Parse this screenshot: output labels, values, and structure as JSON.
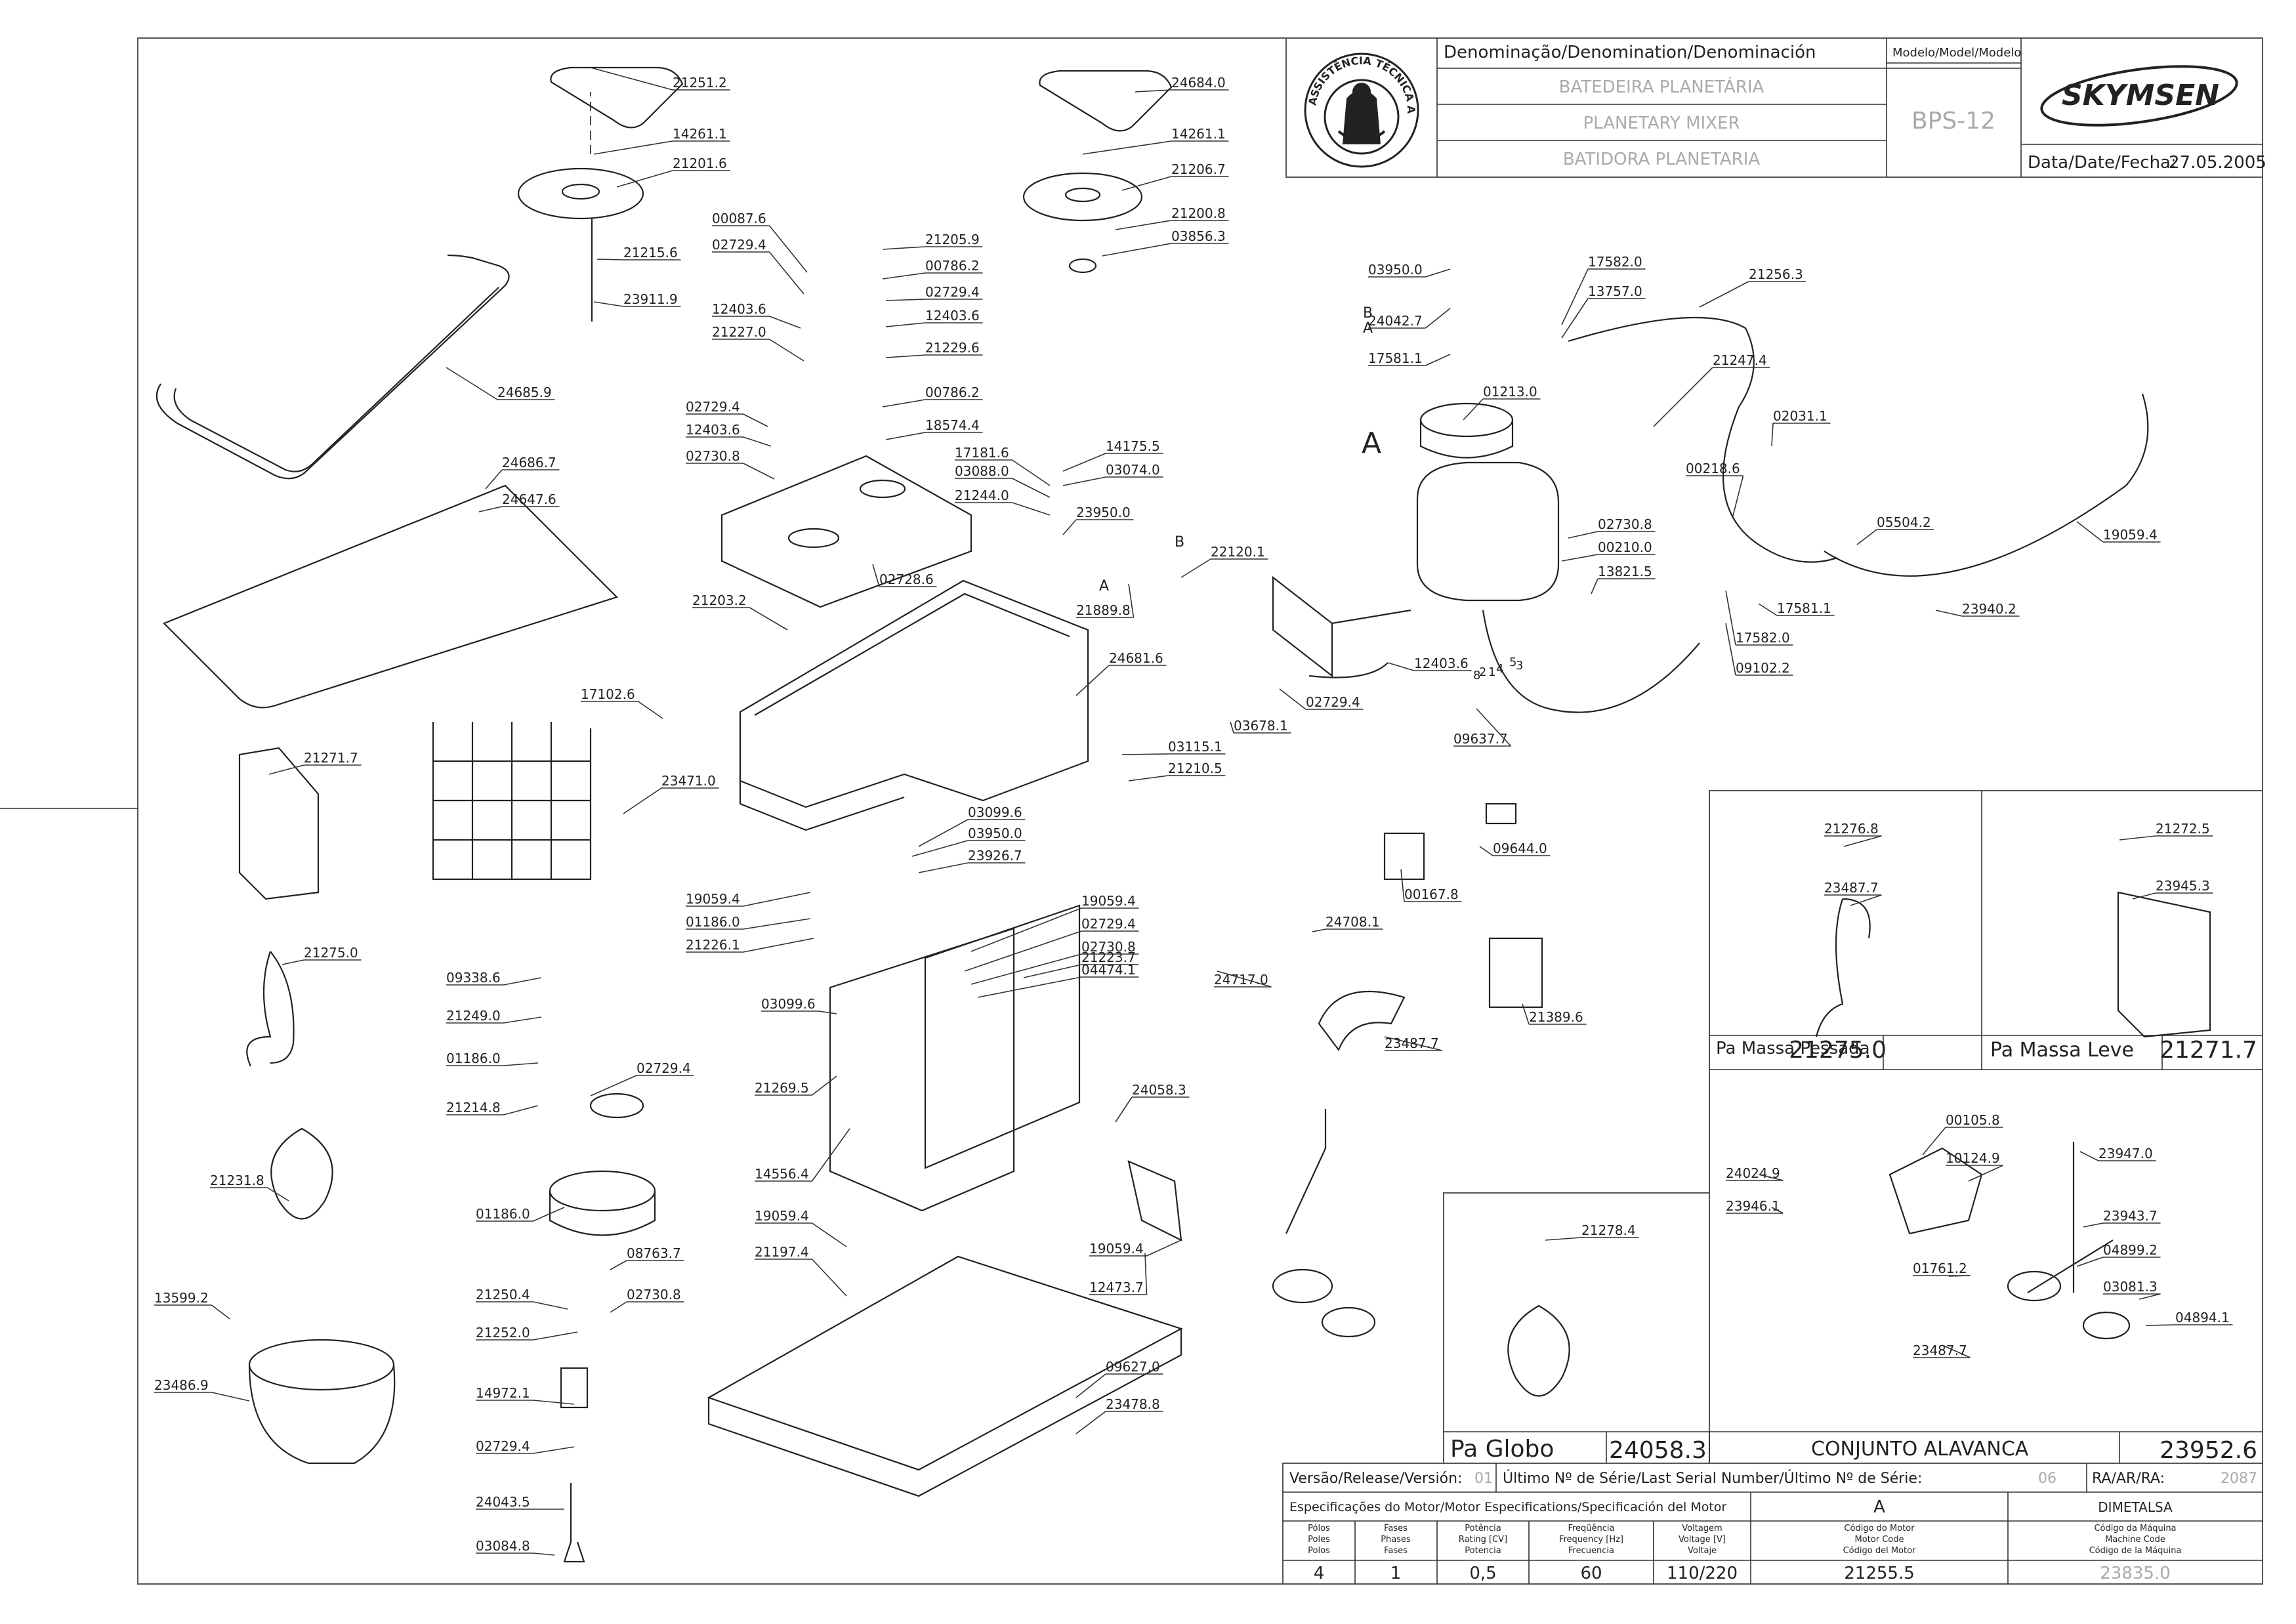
{
  "title_block": {
    "denomination_header": "Denominação/Denomination/Denominación",
    "name_pt": "BATEDEIRA PLANETÁRIA",
    "name_en": "PLANETARY MIXER",
    "name_es": "BATIDORA PLANETARIA",
    "model_header": "Modelo/Model/Modelo",
    "model": "BPS-12",
    "brand": "SKYMSEN",
    "date_label": "Data/Date/Fecha:",
    "date": "27.05.2005",
    "seal_text": "ASSISTÊNCIA TÉCNICA AUTORIZADA"
  },
  "subassemblies": [
    {
      "name": "Pa Massa Pessada",
      "code": "21275.0"
    },
    {
      "name": "Pa Massa Leve",
      "code": "21271.7"
    },
    {
      "name": "Pa Globo",
      "code": "24058.3"
    },
    {
      "name": "CONJUNTO ALAVANCA",
      "code": "23952.6"
    }
  ],
  "release_row": {
    "version_label": "Versão/Release/Versión:",
    "version": "01",
    "serial_label": "Último Nº de Série/Last Serial Number/Último Nº de Série:",
    "serial": "06",
    "ra_label": "RA/AR/RA:",
    "ra": "2087"
  },
  "motor_specs": {
    "header": "Especificações do Motor/Motor Especifications/Specificación del Motor",
    "col_a": "A",
    "col_supplier": "DIMETALSA",
    "columns": [
      {
        "l1": "Pólos",
        "l2": "Poles",
        "l3": "Polos",
        "value": "4"
      },
      {
        "l1": "Fases",
        "l2": "Phases",
        "l3": "Fases",
        "value": "1"
      },
      {
        "l1": "Potência",
        "l2": "Rating [CV]",
        "l3": "Potencia",
        "value": "0,5"
      },
      {
        "l1": "Freqüência",
        "l2": "Frequency [Hz]",
        "l3": "Frecuencia",
        "value": "60"
      },
      {
        "l1": "Voltagem",
        "l2": "Voltage [V]",
        "l3": "Voltaje",
        "value": "110/220"
      },
      {
        "l1": "Código do Motor",
        "l2": "Motor Code",
        "l3": "Código del Motor",
        "value": "21255.5"
      },
      {
        "l1": "Código da Máquina",
        "l2": "Machine Code",
        "l3": "Código de la Máquina",
        "value": "23835.0"
      }
    ]
  },
  "letters": [
    "A",
    "B",
    "A",
    "B",
    "A",
    "8",
    "2",
    "4",
    "1",
    "5",
    "3"
  ],
  "callouts": [
    "21251.2",
    "14261.1",
    "21201.6",
    "21215.6",
    "23911.9",
    "24685.9",
    "24686.7",
    "24647.6",
    "00087.6",
    "02729.4",
    "12403.6",
    "21227.0",
    "21205.9",
    "00786.2",
    "02729.4",
    "12403.6",
    "21229.6",
    "00786.2",
    "18574.4",
    "02729.4",
    "12403.6",
    "02730.8",
    "17181.6",
    "03088.0",
    "21244.0",
    "14175.5",
    "03074.0",
    "23950.0",
    "22120.1",
    "21889.8",
    "02728.6",
    "21203.2",
    "24684.0",
    "14261.1",
    "21206.7",
    "21200.8",
    "03856.3",
    "24681.6",
    "17102.6",
    "23471.0",
    "21271.7",
    "21275.0",
    "19059.4",
    "01186.0",
    "21226.1",
    "03115.1",
    "21210.5",
    "03099.6",
    "03950.0",
    "23926.7",
    "21223.7",
    "19059.4",
    "02729.4",
    "02730.8",
    "04474.1",
    "03099.6",
    "21269.5",
    "09338.6",
    "21249.0",
    "01186.0",
    "21214.8",
    "02729.4",
    "14556.4",
    "24058.3",
    "21231.8",
    "01186.0",
    "21250.4",
    "08763.7",
    "02730.8",
    "19059.4",
    "21197.4",
    "19059.4",
    "12473.7",
    "13599.2",
    "21252.0",
    "23486.9",
    "14972.1",
    "02729.4",
    "09627.0",
    "23478.8",
    "24043.5",
    "03084.8",
    "03950.0",
    "24042.7",
    "17581.1",
    "17582.0",
    "13757.0",
    "21256.3",
    "21247.4",
    "01213.0",
    "02031.1",
    "00218.6",
    "05504.2",
    "19059.4",
    "02730.8",
    "00210.0",
    "13821.5",
    "17581.1",
    "17582.0",
    "09102.2",
    "23940.2",
    "12403.6",
    "02729.4",
    "03678.1",
    "09637.7",
    "09644.0",
    "00167.8",
    "24708.1",
    "24717.0",
    "21389.6",
    "23487.7",
    "21276.8",
    "23487.7",
    "21272.5",
    "23945.3",
    "00105.8",
    "24024.9",
    "10124.9",
    "23947.0",
    "23946.1",
    "23943.7",
    "04899.2",
    "01761.2",
    "03081.3",
    "04894.1",
    "23487.7",
    "21278.4"
  ]
}
